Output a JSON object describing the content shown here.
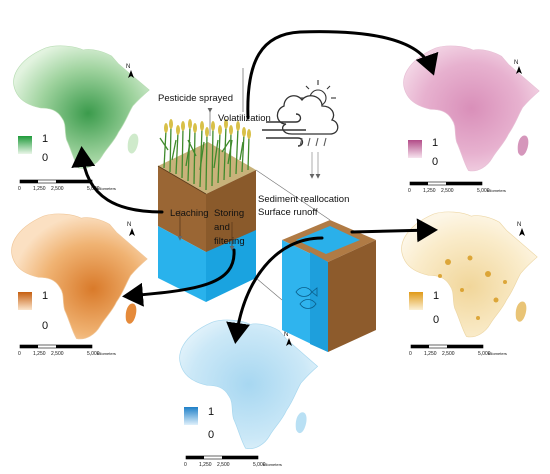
{
  "labels": {
    "pesticide_sprayed": "Pesticide sprayed",
    "volatilization": "Volatilization",
    "leaching": "Leaching",
    "storing_line1": "Storing",
    "storing_line2": "and",
    "storing_line3": "filtering",
    "sediment_reallocation": "Sediment reallocation",
    "surface_runoff": "Surface runoff"
  },
  "maps": [
    {
      "id": "leaching-map",
      "legend_max": "1",
      "legend_min": "0",
      "scale_ticks": [
        "0",
        "1,250",
        "2,500",
        "5,000"
      ],
      "scale_unit": "Kilometers",
      "north": "N",
      "color": "#3aa84a"
    },
    {
      "id": "storing-map",
      "legend_max": "1",
      "legend_min": "0",
      "scale_ticks": [
        "0",
        "1,250",
        "2,500",
        "5,000"
      ],
      "scale_unit": "Kilometers",
      "north": "N",
      "color": "#d9731f"
    },
    {
      "id": "volatilization-map",
      "legend_max": "1",
      "legend_min": "0",
      "scale_ticks": [
        "0",
        "1,250",
        "2,500",
        "5,000"
      ],
      "scale_unit": "Kilometers",
      "north": "N",
      "color": "#c2669a"
    },
    {
      "id": "sediment-map",
      "legend_max": "1",
      "legend_min": "0",
      "scale_ticks": [
        "0",
        "1,250",
        "2,500",
        "5,000"
      ],
      "scale_unit": "Kilometers",
      "north": "N",
      "color": "#e8a92a"
    },
    {
      "id": "water-map",
      "legend_max": "1",
      "legend_min": "0",
      "scale_ticks": [
        "0",
        "1,250",
        "2,500",
        "5,000"
      ],
      "scale_unit": "Kilometers",
      "north": "N",
      "color": "#2f8fd4"
    }
  ]
}
